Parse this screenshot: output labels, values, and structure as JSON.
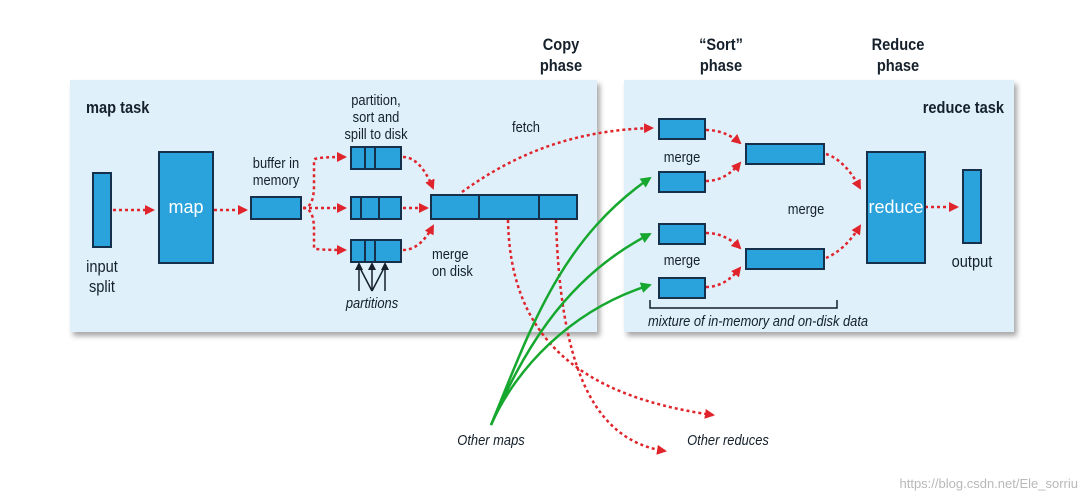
{
  "phases": {
    "copy": [
      "Copy",
      "phase"
    ],
    "sort": [
      "“Sort”",
      "phase"
    ],
    "reduce": [
      "Reduce",
      "phase"
    ]
  },
  "map_task": {
    "title": "map task",
    "input_split": [
      "input",
      "split"
    ],
    "map": "map",
    "buffer": [
      "buffer in",
      "memory"
    ],
    "spill": [
      "partition,",
      "sort and",
      "spill to disk"
    ],
    "partitions": "partitions",
    "merge_on_disk": [
      "merge",
      "on disk"
    ],
    "fetch": "fetch"
  },
  "reduce_task": {
    "title": "reduce task",
    "merge_top": "merge",
    "merge_mid": "merge",
    "merge_bottom": "merge",
    "reduce": "reduce",
    "output": "output",
    "mixture": "mixture of in-memory and on-disk data"
  },
  "external": {
    "other_maps": "Other maps",
    "other_reduces": "Other reduces"
  },
  "watermark": "https://blog.csdn.net/Ele_sorriu",
  "colors": {
    "panel": "#dff0fb",
    "box": "#2aa2dc",
    "red_arrow": "#e0242b",
    "green_arrow": "#16a82e"
  }
}
